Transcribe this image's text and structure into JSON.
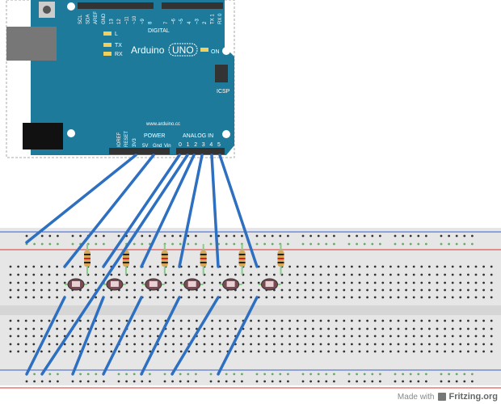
{
  "board": {
    "brand": "Arduino",
    "model": "UNO",
    "url": "www.arduino.cc",
    "on_label": "ON",
    "icsp_label": "ICSP",
    "led_labels": [
      "L",
      "TX",
      "RX"
    ],
    "digital_label": "DIGITAL",
    "digital_pins": [
      "SCL",
      "SDA",
      "AREF",
      "GND",
      "13",
      "12",
      "~11",
      "~10",
      "~9",
      "8",
      "7",
      "~6",
      "~5",
      "4",
      "~3",
      "2",
      "TX 1",
      "RX 0"
    ],
    "power_label": "POWER",
    "power_pins": [
      "IOREF",
      "RESET",
      "3V3",
      "5V",
      "Gnd",
      "Vin"
    ],
    "analog_label": "ANALOG IN",
    "analog_pins": [
      "0",
      "1",
      "2",
      "3",
      "4",
      "5"
    ],
    "color": "#1d7a9a"
  },
  "breadboard": {
    "color": "#e6e6e6",
    "rail_blue": "#3a5fcd",
    "rail_red": "#d33"
  },
  "components": {
    "resistor_count": 6,
    "photoresistor_count": 6,
    "wire_color": "#2d6fc1"
  },
  "credit": {
    "prefix": "Made with",
    "brand": "Fritzing.org"
  }
}
